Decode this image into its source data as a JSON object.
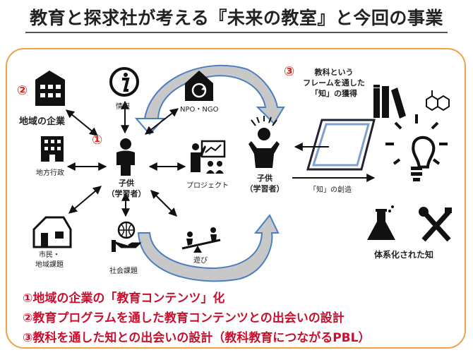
{
  "title": "教育と探求社が考える『未来の教室』と今回の事業",
  "badges": {
    "one": "①",
    "two": "②",
    "three": "③"
  },
  "left_nodes": {
    "local_company": "地域の企業",
    "info": "情報",
    "npo": "NPO・NGO",
    "local_gov": "地方行政",
    "child_line1": "子供",
    "child_line2": "（学習者）",
    "project": "プロジェクト",
    "citizen_line1": "市民・",
    "citizen_line2": "地域課題",
    "social": "社会課題",
    "play": "遊び"
  },
  "right_nodes": {
    "frame_line1": "教科という",
    "frame_line2": "フレームを通した",
    "frame_line3": "「知」の獲得",
    "child_line1": "子供",
    "child_line2": "（学習者）",
    "creation": "「知」の創造",
    "knowledge": "体系化された知"
  },
  "summary": [
    "①地域の企業の「教育コンテンツ」化",
    "②教育プログラムを通した教育コンテンツとの出会いの設計",
    "③教科を通した知との出会いの設計（教科教育につながるPBL）"
  ]
}
